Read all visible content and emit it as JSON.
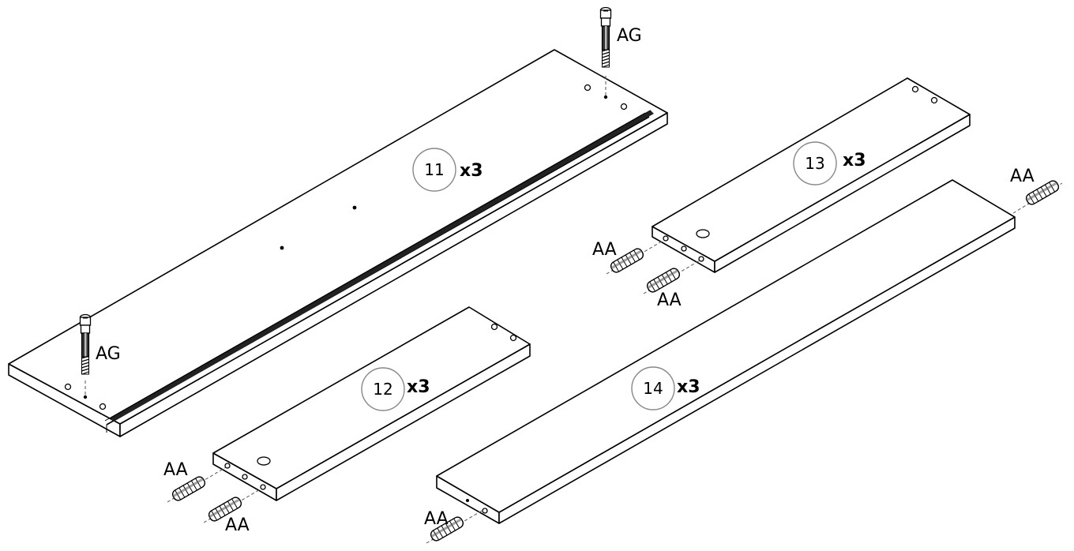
{
  "parts": [
    {
      "number": "11",
      "quantity": "x3"
    },
    {
      "number": "12",
      "quantity": "x3"
    },
    {
      "number": "13",
      "quantity": "x3"
    },
    {
      "number": "14",
      "quantity": "x3"
    }
  ],
  "hardware": {
    "cam_bolt": "AG",
    "dowel": "AA"
  }
}
